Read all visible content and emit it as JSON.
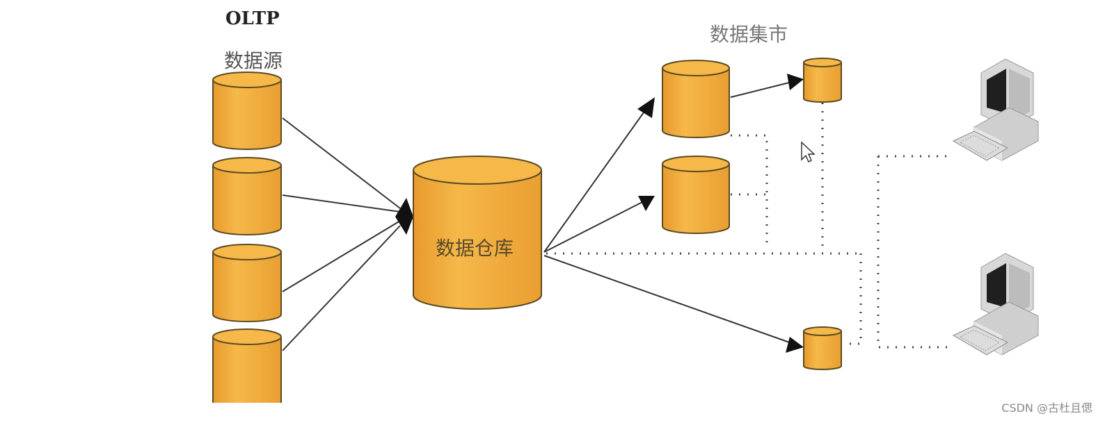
{
  "labels": {
    "oltp": "OLTP",
    "data_source": "数据源",
    "data_warehouse": "数据仓库",
    "data_mart": "数据集市"
  },
  "watermark": "CSDN @古杜且偲",
  "colors": {
    "cylinder_fill": "#f2aa3c",
    "cylinder_top": "#f6b848",
    "cylinder_outline": "#5a4a22",
    "arrow": "#333333",
    "dotted_line": "#444444",
    "computer": "#c9c9c9"
  },
  "icons": [
    "cylinder-icon",
    "computer-icon",
    "mouse-cursor-icon",
    "arrow-head-icon"
  ]
}
